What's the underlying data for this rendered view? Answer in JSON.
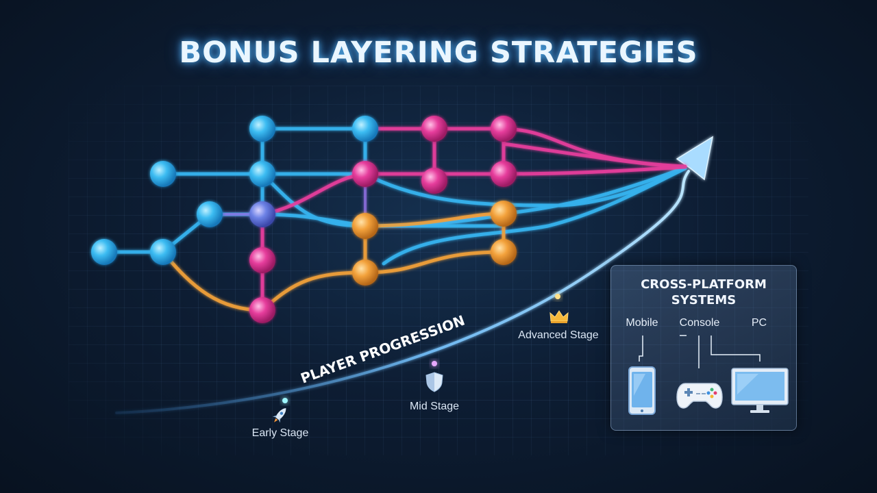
{
  "title": "BONUS LAYERING STRATEGIES",
  "progression": {
    "label": "PLAYER PROGRESSION",
    "stages": [
      {
        "label": "Early Stage",
        "icon": "rocket-icon"
      },
      {
        "label": "Mid Stage",
        "icon": "shield-icon"
      },
      {
        "label": "Advanced Stage",
        "icon": "crown-icon"
      }
    ]
  },
  "panel": {
    "title_line1": "CROSS-PLATFORM",
    "title_line2": "SYSTEMS",
    "platforms": [
      {
        "label": "Mobile",
        "icon": "mobile-phone-icon"
      },
      {
        "label": "Console",
        "icon": "gamepad-icon"
      },
      {
        "label": "PC",
        "icon": "monitor-icon"
      }
    ]
  },
  "colors": {
    "blue": "#2fb0ee",
    "pink": "#e43a98",
    "orange": "#f0a03a",
    "background": "#0d1d33"
  }
}
